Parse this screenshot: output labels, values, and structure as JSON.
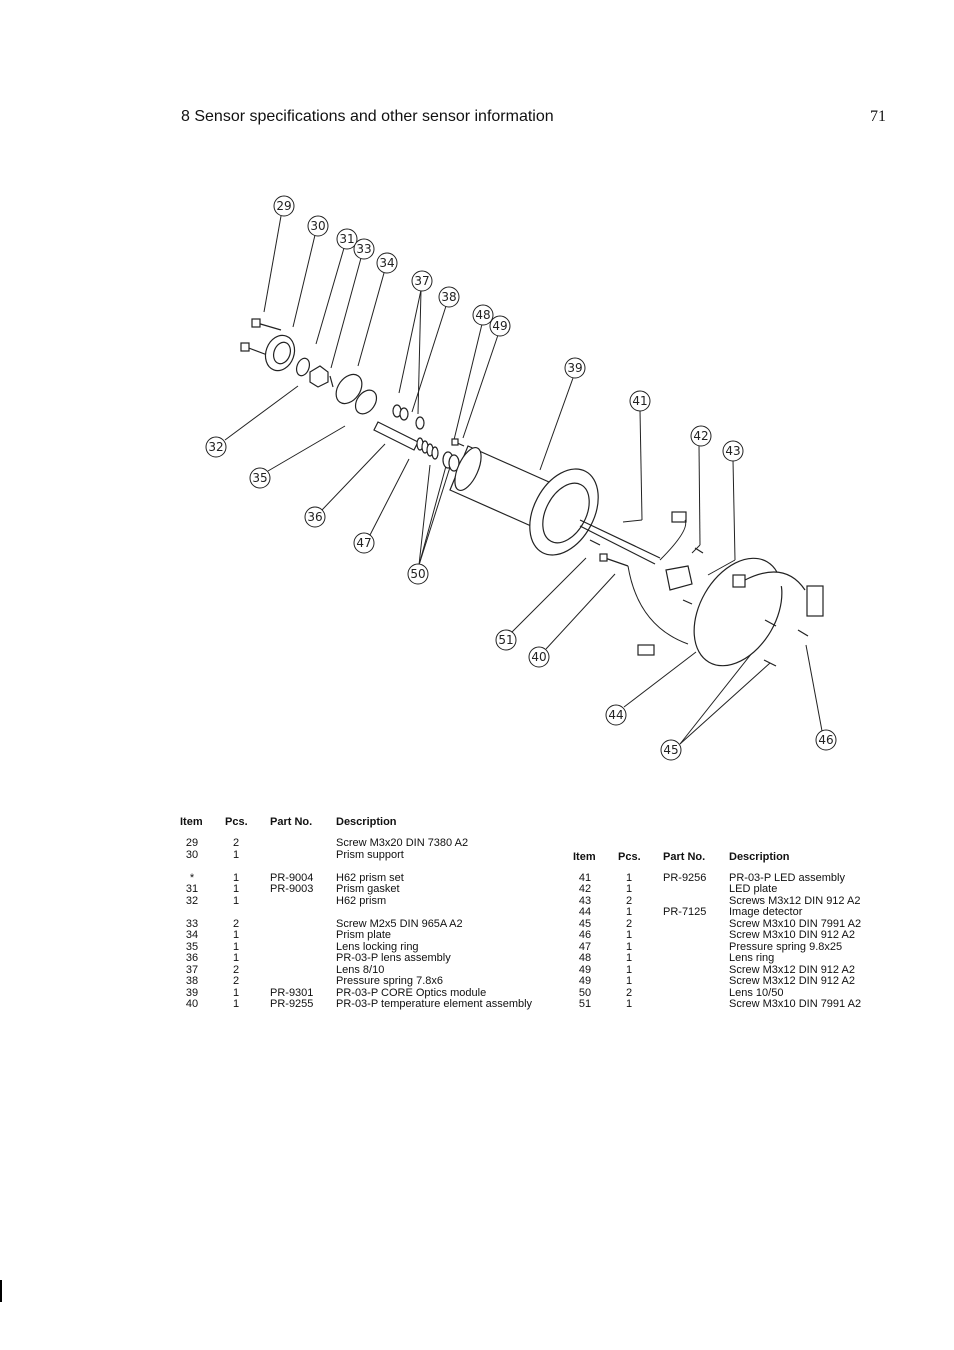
{
  "header": {
    "title": "8 Sensor specifications and other sensor information",
    "page_number": "71"
  },
  "diagram": {
    "callouts": [
      "29",
      "30",
      "31",
      "33",
      "34",
      "37",
      "38",
      "48",
      "49",
      "39",
      "41",
      "42",
      "43",
      "32",
      "35",
      "36",
      "47",
      "50",
      "51",
      "40",
      "44",
      "45",
      "46"
    ]
  },
  "table_left": {
    "headers": {
      "item": "Item",
      "pcs": "Pcs.",
      "part_no": "Part No.",
      "description": "Description"
    },
    "rows": [
      {
        "item": "29",
        "pcs": "2",
        "part_no": "",
        "description": "Screw M3x20 DIN 7380 A2"
      },
      {
        "item": "30",
        "pcs": "1",
        "part_no": "",
        "description": "Prism support"
      },
      {
        "item": "*",
        "pcs": "1",
        "part_no": "PR-9004",
        "description": "H62 prism set"
      },
      {
        "item": "31",
        "pcs": "1",
        "part_no": "PR-9003",
        "description": "Prism gasket"
      },
      {
        "item": "32",
        "pcs": "1",
        "part_no": "",
        "description": "H62 prism"
      },
      {
        "item": "33",
        "pcs": "2",
        "part_no": "",
        "description": "Screw M2x5 DIN 965A A2"
      },
      {
        "item": "34",
        "pcs": "1",
        "part_no": "",
        "description": "Prism plate"
      },
      {
        "item": "35",
        "pcs": "1",
        "part_no": "",
        "description": "Lens locking ring"
      },
      {
        "item": "36",
        "pcs": "1",
        "part_no": "",
        "description": "PR-03-P lens assembly"
      },
      {
        "item": "37",
        "pcs": "2",
        "part_no": "",
        "description": "Lens 8/10"
      },
      {
        "item": "38",
        "pcs": "2",
        "part_no": "",
        "description": "Pressure spring 7.8x6"
      },
      {
        "item": "39",
        "pcs": "1",
        "part_no": "PR-9301",
        "description": "PR-03-P CORE Optics module"
      },
      {
        "item": "40",
        "pcs": "1",
        "part_no": "PR-9255",
        "description": "PR-03-P temperature element assembly"
      }
    ]
  },
  "table_right": {
    "headers": {
      "item": "Item",
      "pcs": "Pcs.",
      "part_no": "Part No.",
      "description": "Description"
    },
    "rows": [
      {
        "item": "41",
        "pcs": "1",
        "part_no": "PR-9256",
        "description": "PR-03-P LED assembly"
      },
      {
        "item": "42",
        "pcs": "1",
        "part_no": "",
        "description": "LED plate"
      },
      {
        "item": "43",
        "pcs": "2",
        "part_no": "",
        "description": "Screws M3x12 DIN 912 A2"
      },
      {
        "item": "44",
        "pcs": "1",
        "part_no": "PR-7125",
        "description": "Image detector"
      },
      {
        "item": "45",
        "pcs": "2",
        "part_no": "",
        "description": "Screw M3x10 DIN 7991 A2"
      },
      {
        "item": "46",
        "pcs": "1",
        "part_no": "",
        "description": "Screw M3x10 DIN 912 A2"
      },
      {
        "item": "47",
        "pcs": "1",
        "part_no": "",
        "description": "Pressure spring 9.8x25"
      },
      {
        "item": "48",
        "pcs": "1",
        "part_no": "",
        "description": "Lens ring"
      },
      {
        "item": "49",
        "pcs": "1",
        "part_no": "",
        "description": "Screw M3x12 DIN 912 A2"
      },
      {
        "item": "49",
        "pcs": "1",
        "part_no": "",
        "description": "Screw M3x12 DIN 912 A2"
      },
      {
        "item": "50",
        "pcs": "2",
        "part_no": "",
        "description": "Lens 10/50"
      },
      {
        "item": "51",
        "pcs": "1",
        "part_no": "",
        "description": "Screw M3x10 DIN 7991 A2"
      }
    ]
  }
}
